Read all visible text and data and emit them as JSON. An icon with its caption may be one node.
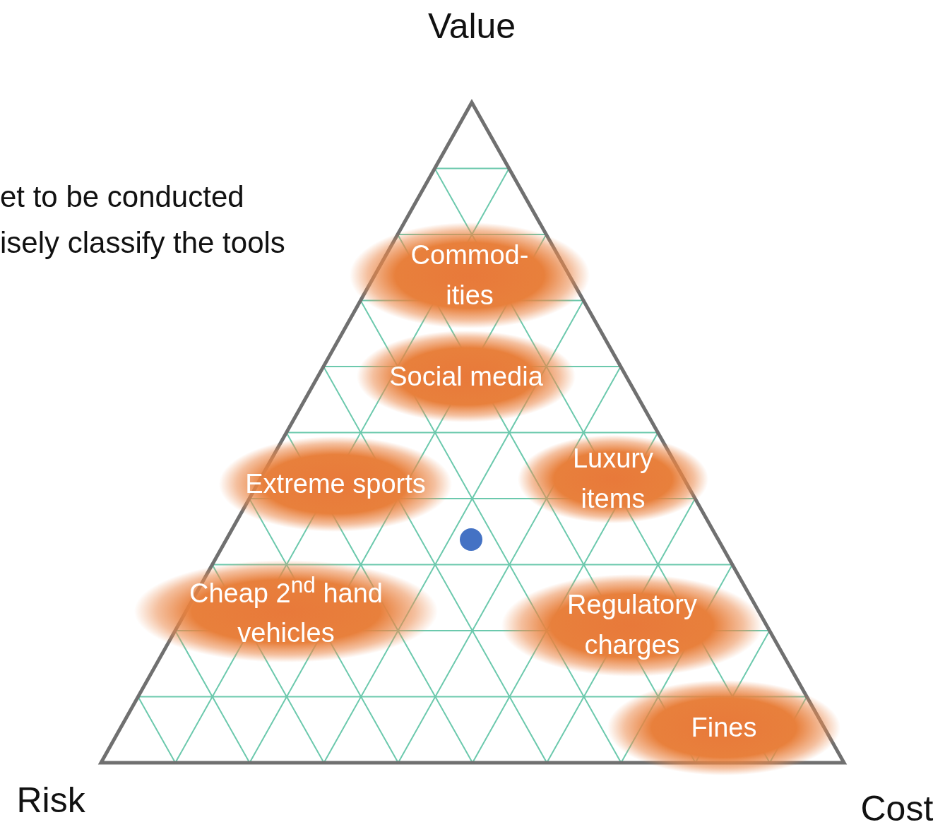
{
  "diagram": {
    "nodes": [
      {
        "text": [
          "Commod- ities"
        ]
      },
      {
        "text": [
          "Social media"
        ]
      },
      {
        "text": [
          "Extreme sports"
        ]
      },
      {
        "text": [
          "Luxury items"
        ]
      },
      {
        "text": [
          "Cheap 2$^{nd}$ hand vehicles"
        ]
      },
      {
        "text": [
          "Regulatory charges"
        ]
      },
      {
        "text": [
          "Fines"
        ]
      }
    ],
    "edges": [],
    "labels": [
      "Value",
      "et to be conducted",
      "isely classify the tools",
      "Risk",
      "Cost"
    ]
  }
}
